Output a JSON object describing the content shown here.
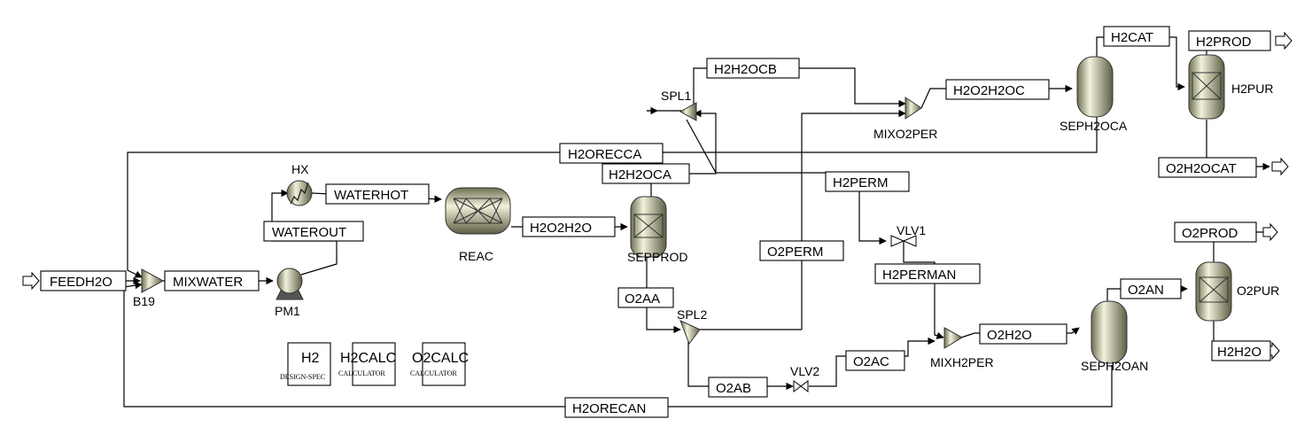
{
  "streams": {
    "feed": "FEEDH2O",
    "mixwater": "MIXWATER",
    "waterout": "WATEROUT",
    "waterhot": "WATERHOT",
    "h2o2h2o": "H2O2H2O",
    "h2h2oca": "H2H2OCA",
    "h2orecca": "H2ORECCA",
    "h2h2ocb": "H2H2OCB",
    "h2o2h2oc": "H2O2H2OC",
    "h2cat": "H2CAT",
    "h2prod": "H2PROD",
    "o2h2ocat": "O2H2OCAT",
    "h2perm": "H2PERM",
    "o2perm": "O2PERM",
    "h2perman": "H2PERMAN",
    "o2aa": "O2AA",
    "o2ab": "O2AB",
    "o2ac": "O2AC",
    "o2h2o": "O2H2O",
    "o2an": "O2AN",
    "o2prod": "O2PROD",
    "h2h2o": "H2H2O",
    "h2orecan": "H2ORECAN"
  },
  "blocks": {
    "b19": "B19",
    "hx": "HX",
    "pm1": "PM1",
    "reac": "REAC",
    "sepprod": "SEPPROD",
    "spl1": "SPL1",
    "spl2": "SPL2",
    "mixo2per": "MIXO2PER",
    "mixh2per": "MIXH2PER",
    "sephoca": "SEPH2OCA",
    "sephoan": "SEPH2OAN",
    "h2pur": "H2PUR",
    "o2pur": "O2PUR",
    "vlv1": "VLV1",
    "vlv2": "VLV2"
  },
  "calculators": {
    "h2": {
      "label": "H2",
      "sub": "DESIGN-SPEC"
    },
    "h2calc": {
      "label": "H2CALC",
      "sub": "CALCULATOR"
    },
    "o2calc": {
      "label": "O2CALC",
      "sub": "CALCULATOR"
    }
  }
}
